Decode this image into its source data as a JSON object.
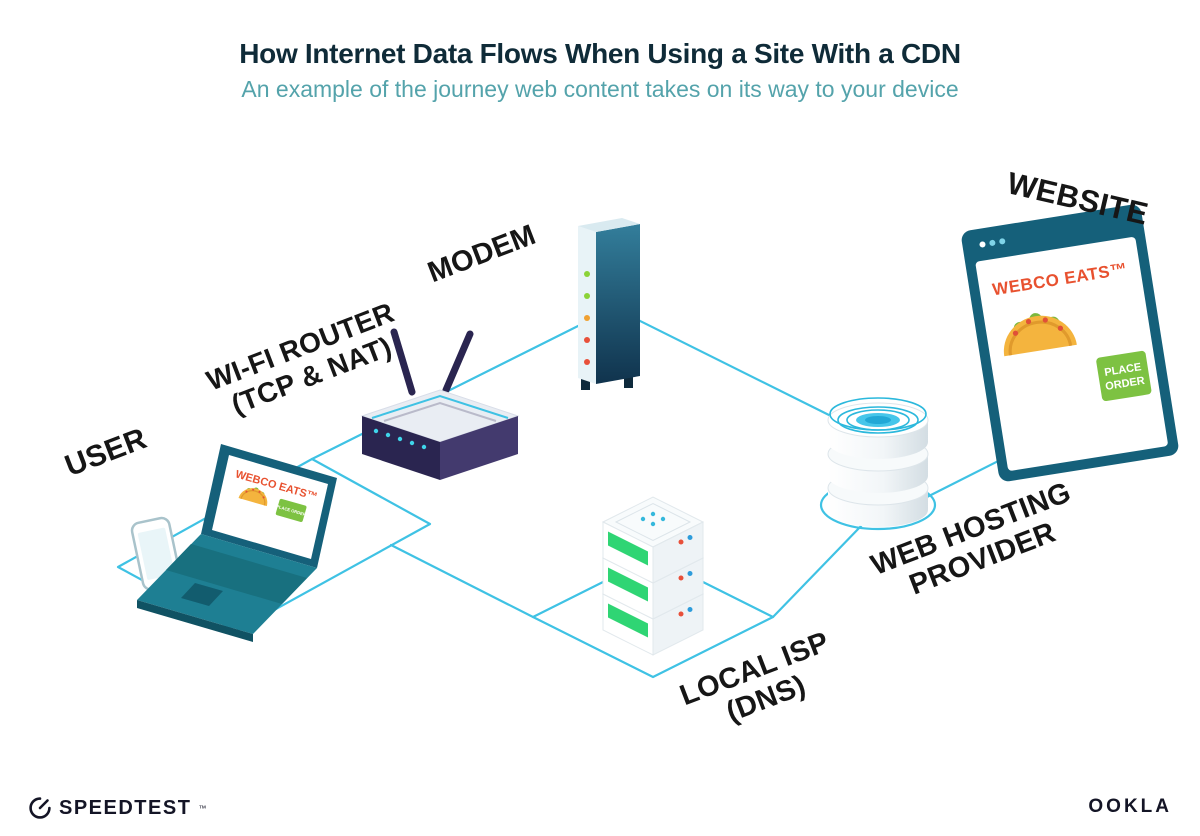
{
  "header": {
    "title": "How Internet Data Flows When Using a Site With a CDN",
    "subtitle": "An example of the journey web content takes on its way to your device"
  },
  "nodes": {
    "user": {
      "label": "USER"
    },
    "router": {
      "label_line1": "WI-FI ROUTER",
      "label_line2": "(TCP & NAT)"
    },
    "modem": {
      "label": "MODEM"
    },
    "local_isp": {
      "label_line1": "LOCAL ISP",
      "label_line2": "(DNS)"
    },
    "web_hosting": {
      "label_line1": "WEB HOSTING",
      "label_line2": "PROVIDER"
    },
    "website": {
      "label": "WEBSITE"
    }
  },
  "laptop_screen": {
    "brand": "WEBCO EATS™",
    "order_button": "PLACE ORDER"
  },
  "browser_screen": {
    "brand": "WEBCO EATS™",
    "order_button_line1": "PLACE",
    "order_button_line2": "ORDER"
  },
  "footer": {
    "speedtest": "SPEEDTEST",
    "speedtest_tm": "™",
    "ookla": "OOKLA"
  },
  "colors": {
    "accent_cyan": "#3fc2e4",
    "dark_teal": "#15607a",
    "brand_red": "#e8512f",
    "button_green": "#7dc242",
    "router_purple": "#2a2550",
    "server_green": "#2fd574",
    "ink": "#141526"
  }
}
